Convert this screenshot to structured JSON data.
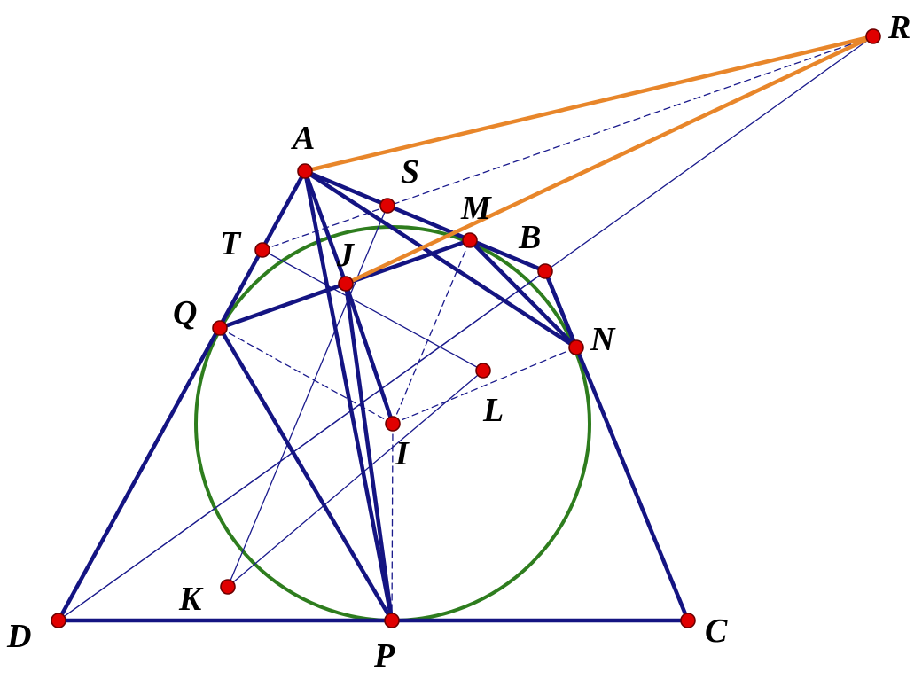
{
  "figure": {
    "colors": {
      "thick_edge": "#141482",
      "thin_edge": "#1a1a8c",
      "dashed_edge": "#1a1a8c",
      "circle": "#2e7d1e",
      "highlight": "#e8862a",
      "point_fill": "#e00000",
      "point_stroke": "#6b0000"
    },
    "points": [
      {
        "id": "A",
        "label": "A"
      },
      {
        "id": "B",
        "label": "B"
      },
      {
        "id": "C",
        "label": "C"
      },
      {
        "id": "D",
        "label": "D"
      },
      {
        "id": "P",
        "label": "P"
      },
      {
        "id": "Q",
        "label": "Q"
      },
      {
        "id": "N",
        "label": "N"
      },
      {
        "id": "M",
        "label": "M"
      },
      {
        "id": "J",
        "label": "J"
      },
      {
        "id": "S",
        "label": "S"
      },
      {
        "id": "T",
        "label": "T"
      },
      {
        "id": "I",
        "label": "I"
      },
      {
        "id": "L",
        "label": "L"
      },
      {
        "id": "K",
        "label": "K"
      },
      {
        "id": "R",
        "label": "R"
      }
    ],
    "segments": [
      {
        "from": "D",
        "to": "C",
        "style": "thick"
      },
      {
        "from": "D",
        "to": "A",
        "style": "thick"
      },
      {
        "from": "A",
        "to": "B",
        "style": "thick"
      },
      {
        "from": "B",
        "to": "C",
        "style": "thick"
      },
      {
        "from": "A",
        "to": "P",
        "style": "thick"
      },
      {
        "from": "A",
        "to": "N",
        "style": "thick"
      },
      {
        "from": "A",
        "to": "J",
        "style": "thick"
      },
      {
        "from": "J",
        "to": "I",
        "style": "thick"
      },
      {
        "from": "J",
        "to": "P",
        "style": "thick"
      },
      {
        "from": "Q",
        "to": "P",
        "style": "thick"
      },
      {
        "from": "Q",
        "to": "J",
        "style": "thick"
      },
      {
        "from": "J",
        "to": "M",
        "style": "thick"
      },
      {
        "from": "M",
        "to": "N",
        "style": "thick"
      },
      {
        "from": "B",
        "to": "N",
        "style": "thick"
      },
      {
        "from": "A",
        "to": "R",
        "style": "highlight"
      },
      {
        "from": "J",
        "to": "R",
        "style": "highlight"
      },
      {
        "from": "D",
        "to": "R",
        "style": "thin"
      },
      {
        "from": "D",
        "to": "B",
        "style": "thin"
      },
      {
        "from": "K",
        "to": "L",
        "style": "thin"
      },
      {
        "from": "K",
        "to": "S",
        "style": "thin"
      },
      {
        "from": "T",
        "to": "L",
        "style": "thin"
      },
      {
        "from": "T",
        "to": "R",
        "style": "dashed"
      },
      {
        "from": "Q",
        "to": "I",
        "style": "dashed"
      },
      {
        "from": "I",
        "to": "N",
        "style": "dashed"
      },
      {
        "from": "I",
        "to": "M",
        "style": "dashed"
      },
      {
        "from": "I",
        "to": "P",
        "style": "dashed"
      }
    ],
    "circle": {
      "center": "I",
      "through": "P"
    }
  }
}
